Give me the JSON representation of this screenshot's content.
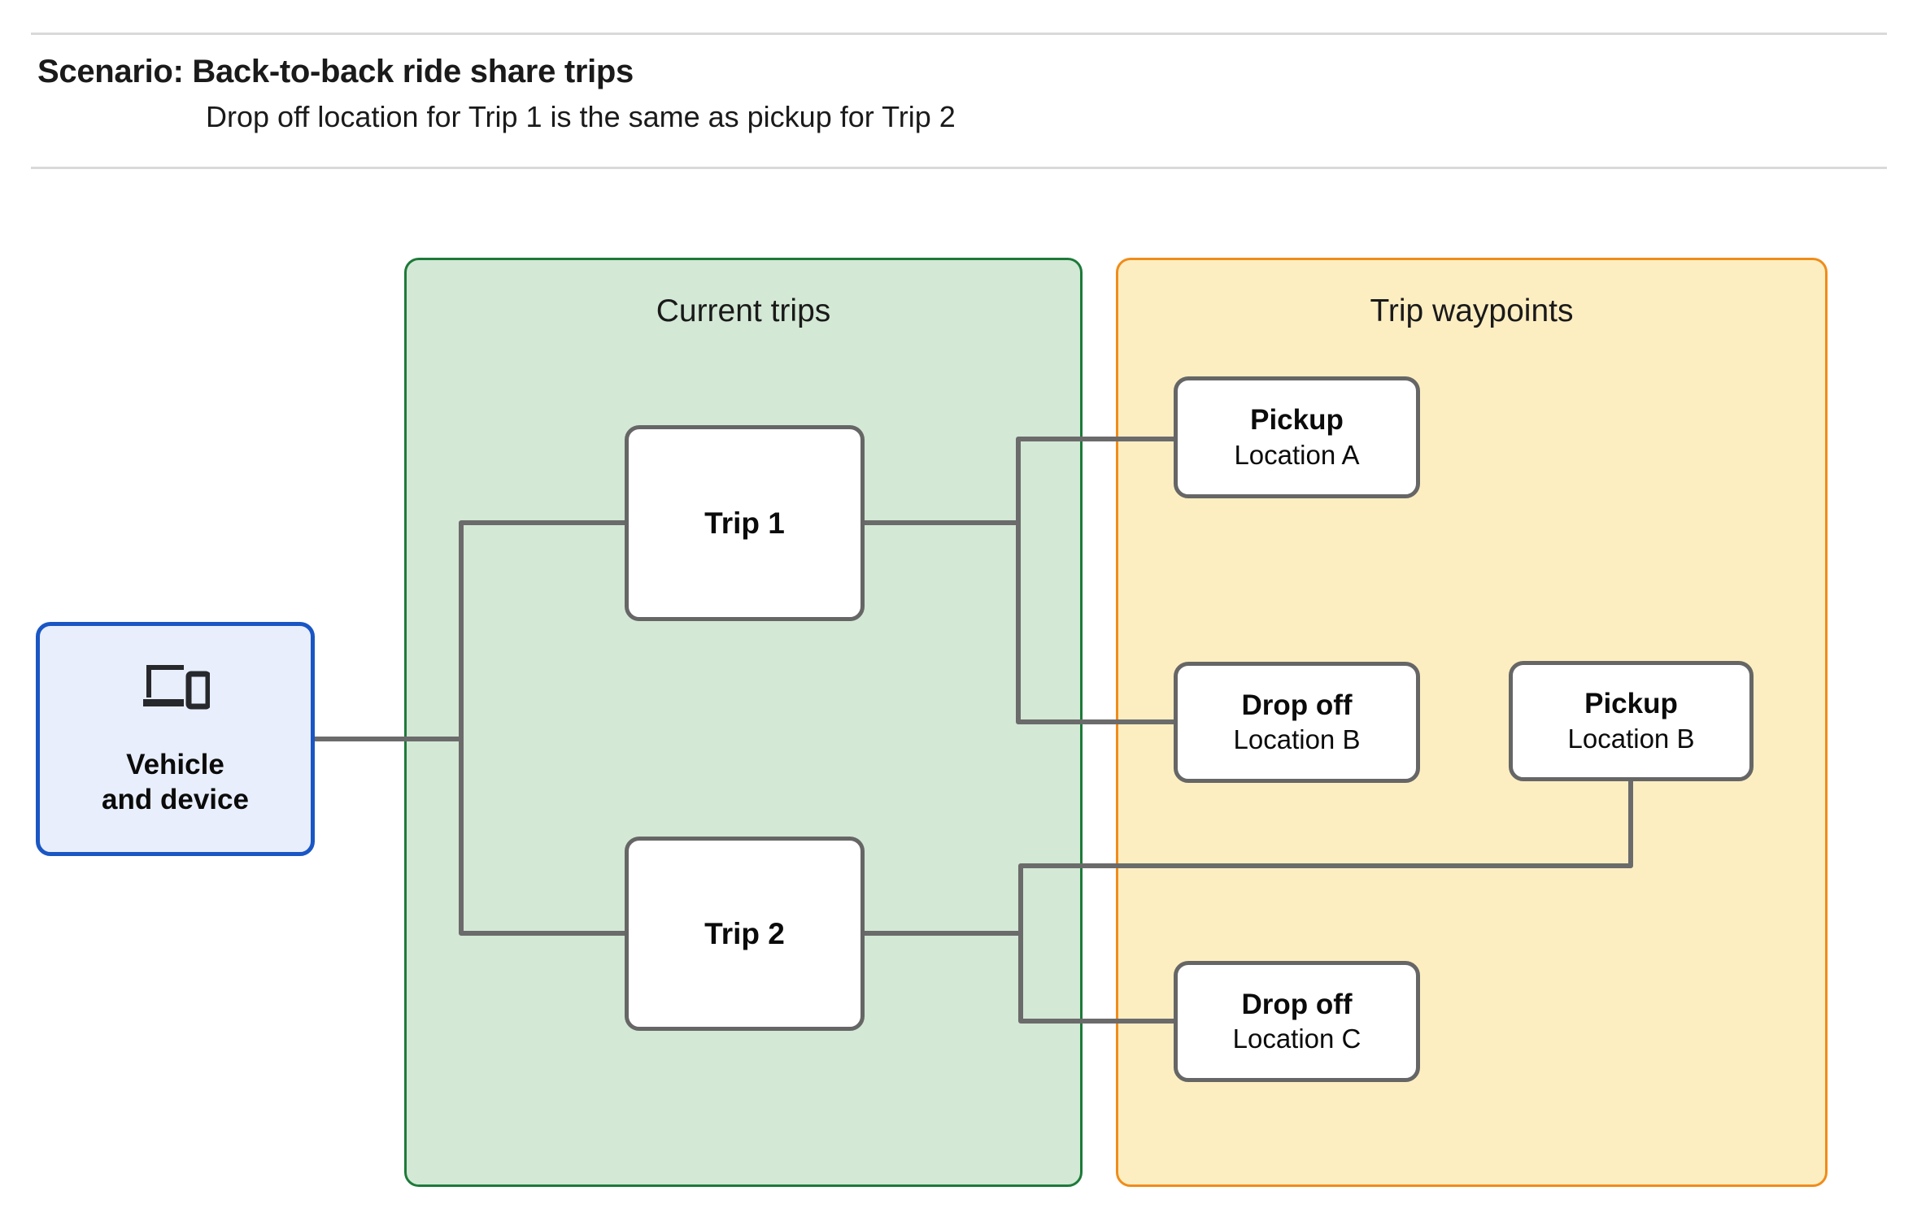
{
  "header": {
    "title": "Scenario: Back-to-back ride share trips",
    "subtitle": "Drop off  location for Trip 1 is the same as pickup for Trip 2"
  },
  "groups": {
    "current_trips": {
      "title": "Current trips",
      "fill_color": "#d3e8d5",
      "border_color": "#1d7a39"
    },
    "trip_waypoints": {
      "title": "Trip waypoints",
      "fill_color": "#fdeec2",
      "border_color": "#f08c1a"
    }
  },
  "source": {
    "label": "Vehicle\nand device",
    "icon": "devices-icon",
    "fill_color": "#e8eefc",
    "border_color": "#1a56c4"
  },
  "trips": [
    {
      "label": "Trip 1"
    },
    {
      "label": "Trip 2"
    }
  ],
  "waypoints": [
    {
      "id": "pickup-a",
      "type": "Pickup",
      "location": "Location A",
      "trip": "Trip 1"
    },
    {
      "id": "dropoff-b",
      "type": "Drop off",
      "location": "Location B",
      "trip": "Trip 1"
    },
    {
      "id": "pickup-b",
      "type": "Pickup",
      "location": "Location B",
      "trip": "Trip 2"
    },
    {
      "id": "dropoff-c",
      "type": "Drop off",
      "location": "Location C",
      "trip": "Trip 2"
    }
  ],
  "connector_color": "#6b6b6b",
  "rule_color": "#d9d9d9"
}
